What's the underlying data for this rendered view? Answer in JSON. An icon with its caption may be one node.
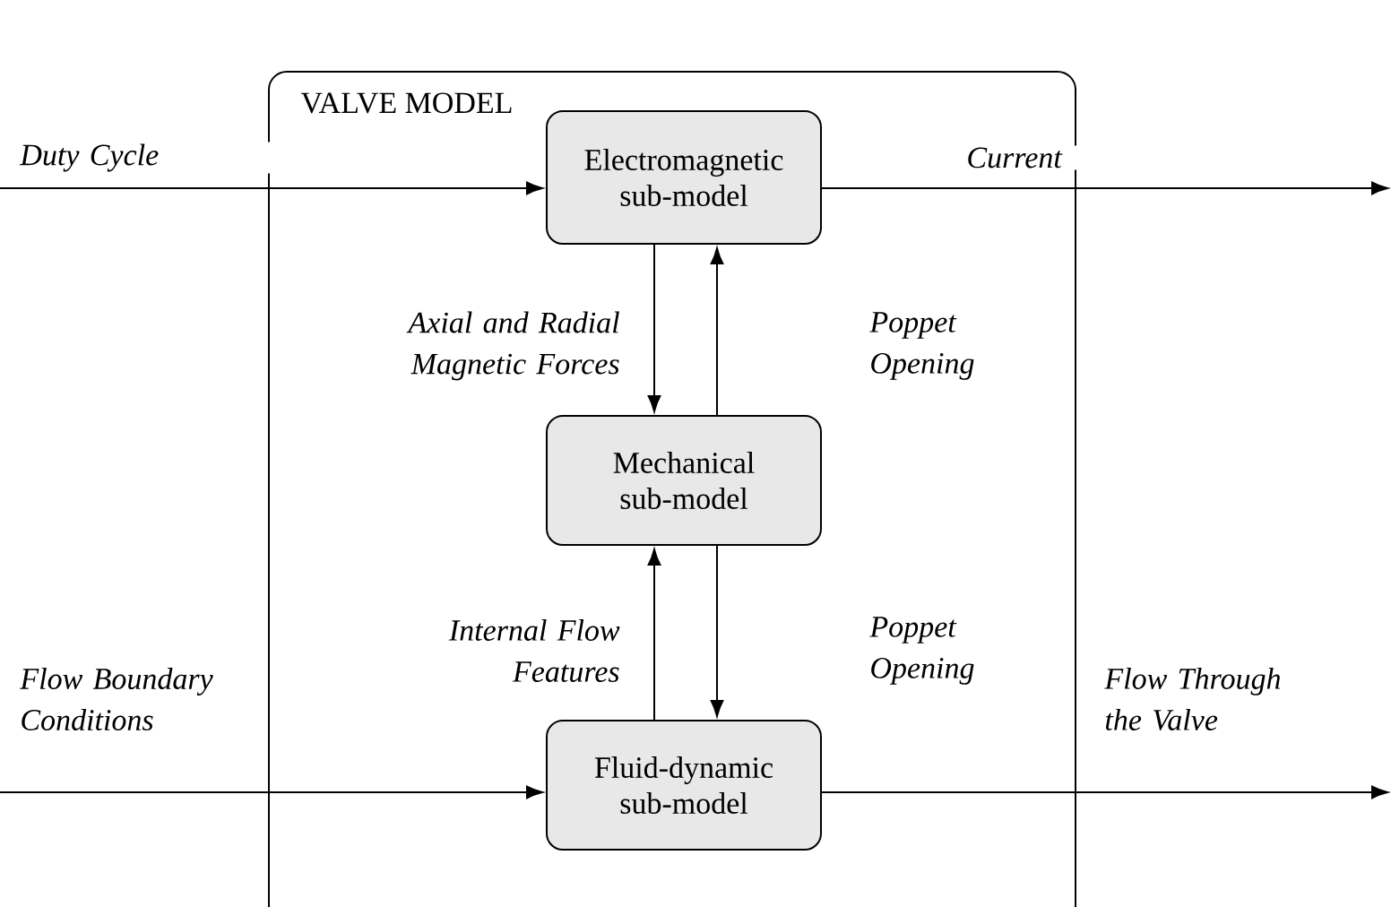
{
  "diagram": {
    "nodes": [
      {
        "text": [
          "VALVE MODEL"
        ]
      },
      {
        "text": [
          "Electromagnetic sub-model"
        ],
        "in": 0
      },
      {
        "text": [
          "Mechanical sub-model"
        ],
        "in": 0
      },
      {
        "text": [
          "Fluid-dynamic sub-model"
        ],
        "in": 0
      }
    ],
    "edges": [
      {
        "from": null,
        "to": 1,
        "arrow": "to",
        "label": "Duty Cycle"
      },
      {
        "from": 1,
        "to": null,
        "arrow": "to",
        "label": "Current"
      },
      {
        "from": 1,
        "to": 2,
        "arrow": "to",
        "label": "Axial and Radial Magnetic Forces"
      },
      {
        "from": 2,
        "to": 1,
        "arrow": "to",
        "label": "Poppet Opening"
      },
      {
        "from": null,
        "to": 3,
        "arrow": "to",
        "label": "Flow Boundary Conditions"
      },
      {
        "from": 3,
        "to": null,
        "arrow": "to",
        "label": "Flow Through the Valve"
      },
      {
        "from": 3,
        "to": 2,
        "arrow": "to",
        "label": "Internal Flow Features"
      },
      {
        "from": 2,
        "to": 3,
        "arrow": "to",
        "label": "Poppet Opening"
      }
    ]
  }
}
